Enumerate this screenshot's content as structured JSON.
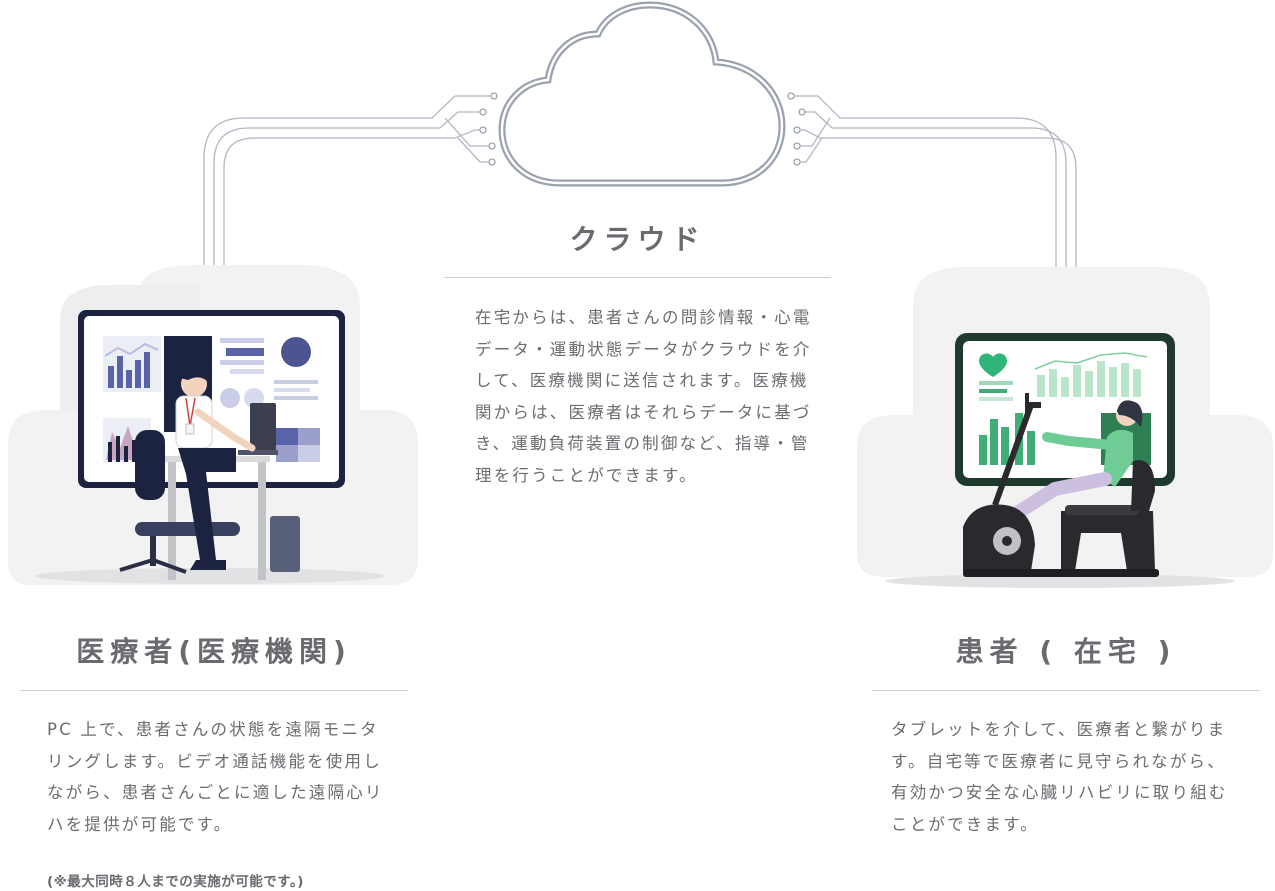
{
  "cloud": {
    "title": "クラウド",
    "description": "在宅からは、患者さんの問診情報・心電データ・運動状態データがクラウドを介して、医療機関に送信されます。医療機関からは、医療者はそれらデータに基づき、運動負荷装置の制御など、指導・管理を行うことができます。"
  },
  "provider": {
    "title": "医療者(医療機関)",
    "description": "PC 上で、患者さんの状態を遠隔モニタリングします。ビデオ通話機能を使用しながら、患者さんごとに適した遠隔心リハを提供が可能です。",
    "note": "(※最大同時８人までの実施が可能です。)"
  },
  "patient": {
    "title": "患者 ( 在宅 )",
    "description": "タブレットを介して、医療者と繋がります。自宅等で医療者に見守られながら、有効かつ安全な心臓リハビリに取り組むことができます。"
  },
  "colors": {
    "wire": "#a9b0bd",
    "cloud_outline": "#9aa2af",
    "navy": "#1c2340",
    "green": "#3fae76",
    "heart": "#2fb47a"
  },
  "icons": [
    "cloud-icon",
    "doctor-workstation-illustration",
    "patient-rehab-bike-illustration",
    "heart-icon"
  ]
}
